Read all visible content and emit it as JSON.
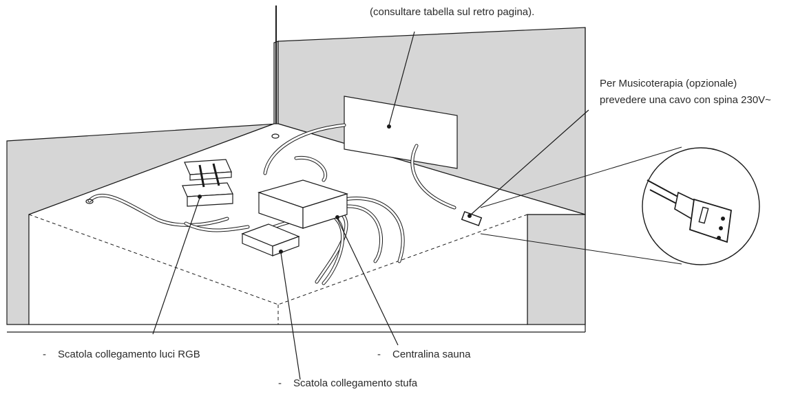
{
  "labels": {
    "top_note": "(consultare tabella sul retro pagina).",
    "music_line1": "Per Musicoterapia (opzionale)",
    "music_line2": "prevedere una cavo con spina 230V~",
    "rgb_box": "Scatola collegamento luci RGB",
    "sauna_unit": "Centralina sauna",
    "stove_box": "Scatola collegamento stufa",
    "dash": "-"
  },
  "colors": {
    "wall_fill": "#d6d6d6",
    "floor_fill": "#ffffff",
    "line": "#1a1a1a",
    "box_fill": "#ffffff"
  }
}
